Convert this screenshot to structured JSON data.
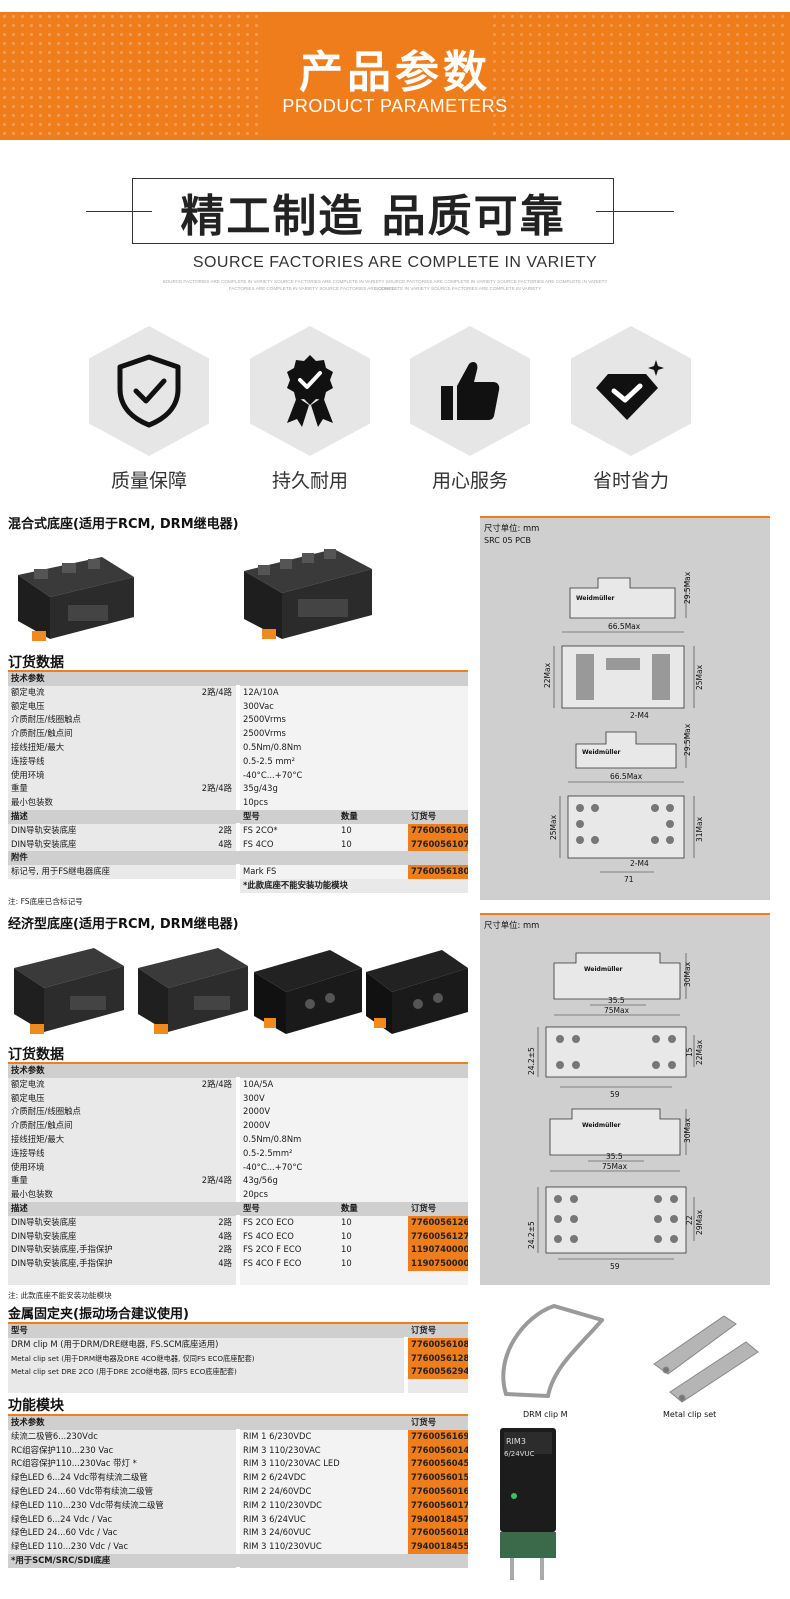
{
  "banner": {
    "title": "产品参数",
    "subtitle": "PRODUCT PARAMETERS"
  },
  "slogan": {
    "title": "精工制造 品质可靠",
    "english": "SOURCE FACTORIES ARE COMPLETE IN VARIETY",
    "tiny_line1": "SOURCE FACTORIES ARE COMPLETE IN VARIETY SOURCE FACTORIES ARE COMPLETE IN VARIETY SOURCE FACTORIES ARE COMPLETE IN VARIETY SOURCE FACTORIES ARE COMPLETE IN VARIETY SOURCE",
    "tiny_line2": "FACTORIES ARE COMPLETE IN VARIETY SOURCE FACTORIES ARE COMPLETE IN VARIETY SOURCE FACTORIES ARE COMPLETE IN VARIETY"
  },
  "features": [
    {
      "label": "质量保障",
      "icon": "shield-check-icon"
    },
    {
      "label": "持久耐用",
      "icon": "award-badge-icon"
    },
    {
      "label": "用心服务",
      "icon": "thumbs-up-icon"
    },
    {
      "label": "省时省力",
      "icon": "diamond-check-icon"
    }
  ],
  "colors": {
    "accent": "#f07d1c",
    "header_gray": "#cfcfcf",
    "row_gray": "#e9e9e9"
  },
  "section1": {
    "title": "混合式底座(适用于RCM, DRM继电器)",
    "order_title": "订货数据",
    "tech_header": "技术参数",
    "specs": [
      {
        "label": "额定电流",
        "qual": "2路/4路",
        "value": "12A/10A"
      },
      {
        "label": "额定电压",
        "qual": "",
        "value": "300Vac"
      },
      {
        "label": "介质耐压/线圈触点",
        "qual": "",
        "value": "2500Vrms"
      },
      {
        "label": "介质耐压/触点间",
        "qual": "",
        "value": "2500Vrms"
      },
      {
        "label": "接线扭矩/最大",
        "qual": "",
        "value": "0.5Nm/0.8Nm"
      },
      {
        "label": "连接导线",
        "qual": "",
        "value": "0.5-2.5 mm²"
      },
      {
        "label": "使用环境",
        "qual": "",
        "value": "-40°C...+70°C"
      },
      {
        "label": "重量",
        "qual": "2路/4路",
        "value": "35g/43g"
      },
      {
        "label": "最小包装数",
        "qual": "",
        "value": "10pcs"
      }
    ],
    "order_header": {
      "desc": "描述",
      "model": "型号",
      "qty": "数量",
      "order": "订货号"
    },
    "orders": [
      {
        "desc": "DIN导轨安装底座",
        "qual": "2路",
        "model": "FS 2CO*",
        "qty": "10",
        "order": "7760056106"
      },
      {
        "desc": "DIN导轨安装底座",
        "qual": "4路",
        "model": "FS 4CO",
        "qty": "10",
        "order": "7760056107"
      }
    ],
    "accessory_header": "附件",
    "accessories": [
      {
        "desc": "标记号, 用于FS继电器底座",
        "model": "Mark FS",
        "order": "7760056180"
      }
    ],
    "footnote_bold": "*此款底座不能安装功能模块",
    "note": "注: FS底座已含标记号",
    "drawing_unit": "尺寸单位: mm",
    "drawing_model": "SRC 05 PCB"
  },
  "section2": {
    "title": "经济型底座(适用于RCM, DRM继电器)",
    "order_title": "订货数据",
    "tech_header": "技术参数",
    "specs": [
      {
        "label": "额定电流",
        "qual": "2路/4路",
        "value": "10A/5A"
      },
      {
        "label": "额定电压",
        "qual": "",
        "value": "300V"
      },
      {
        "label": "介质耐压/线圈触点",
        "qual": "",
        "value": "2000V"
      },
      {
        "label": "介质耐压/触点间",
        "qual": "",
        "value": "2000V"
      },
      {
        "label": "接线扭矩/最大",
        "qual": "",
        "value": "0.5Nm/0.8Nm"
      },
      {
        "label": "连接导线",
        "qual": "",
        "value": "0.5-2.5mm²"
      },
      {
        "label": "使用环境",
        "qual": "",
        "value": "-40°C...+70°C"
      },
      {
        "label": "重量",
        "qual": "2路/4路",
        "value": "43g/56g"
      },
      {
        "label": "最小包装数",
        "qual": "",
        "value": "20pcs"
      }
    ],
    "order_header": {
      "desc": "描述",
      "model": "型号",
      "qty": "数量",
      "order": "订货号"
    },
    "orders": [
      {
        "desc": "DIN导轨安装底座",
        "qual": "2路",
        "model": "FS 2CO ECO",
        "qty": "10",
        "order": "7760056126"
      },
      {
        "desc": "DIN导轨安装底座",
        "qual": "4路",
        "model": "FS 4CO ECO",
        "qty": "10",
        "order": "7760056127"
      },
      {
        "desc": "DIN导轨安装底座,手指保护",
        "qual": "2路",
        "model": "FS 2CO F ECO",
        "qty": "10",
        "order": "1190740000"
      },
      {
        "desc": "DIN导轨安装底座,手指保护",
        "qual": "4路",
        "model": "FS 4CO F ECO",
        "qty": "10",
        "order": "1190750000"
      }
    ],
    "note": "注: 此款底座不能安装功能模块",
    "drawing_unit": "尺寸单位: mm"
  },
  "section3": {
    "title": "金属固定夹(振动场合建议使用)",
    "header": {
      "model": "型号",
      "order": "订货号"
    },
    "rows": [
      {
        "desc": "DRM clip M (用于DRM/DRE继电器, FS.SCM底座适用)",
        "order": "7760056108"
      },
      {
        "desc": "Metal clip set (用于DRM继电器及DRE 4CO继电器, 仅同FS ECO底座配套)",
        "order": "7760056128"
      },
      {
        "desc": "Metal clip set DRE 2CO (用于DRE 2CO继电器, 同FS ECO底座配套)",
        "order": "7760056294"
      }
    ],
    "caption_left": "DRM clip M",
    "caption_right": "Metal clip set"
  },
  "section4": {
    "title": "功能模块",
    "header": {
      "tech": "技术参数",
      "order": "订货号"
    },
    "rows": [
      {
        "desc": "续流二极管6...230Vdc",
        "model": "RIM 1 6/230VDC",
        "order": "7760056169"
      },
      {
        "desc": "RC组容保护110...230 Vac",
        "model": "RIM 3 110/230VAC",
        "order": "7760056014"
      },
      {
        "desc": "RC组容保护110...230Vac 带灯 *",
        "model": "RIM 3 110/230VAC LED",
        "order": "7760056045"
      },
      {
        "desc": "绿色LED 6...24 Vdc带有续流二级管",
        "model": "RIM 2 6/24VDC",
        "order": "7760056015"
      },
      {
        "desc": "绿色LED 24...60 Vdc带有续流二级管",
        "model": "RIM 2 24/60VDC",
        "order": "7760056016"
      },
      {
        "desc": "绿色LED 110...230 Vdc带有续流二级管",
        "model": "RIM 2 110/230VDC",
        "order": "7760056017"
      },
      {
        "desc": "绿色LED 6...24 Vdc / Vac",
        "model": "RIM 3 6/24VUC",
        "order": "7940018457"
      },
      {
        "desc": "绿色LED 24...60 Vdc / Vac",
        "model": "RIM 3 24/60VUC",
        "order": "7760056018"
      },
      {
        "desc": "绿色LED 110...230 Vdc / Vac",
        "model": "RIM 3 110/230VUC",
        "order": "7940018455"
      }
    ],
    "footnote": "*用于SCM/SRC/SDI底座",
    "module_label_1": "RIM3",
    "module_label_2": "6/24VUC"
  },
  "drawing_labels": {
    "d1_h": "29.5Max",
    "d1_w": "66.5Max",
    "d1_h2": "22Max",
    "d1_h3": "25Max",
    "d1_m": "2-M4",
    "d2_h": "29.5Max",
    "d2_w": "66.5Max",
    "d2_h2": "25Max",
    "d2_h3": "31Max",
    "d2_m": "2-M4",
    "d2_x": "71",
    "d3_h": "30Max",
    "d3_a": "35.5",
    "d3_w": "75Max",
    "d3_b": "59",
    "d3_c": "24.2±5",
    "d3_d": "15",
    "d3_e": "22Max",
    "d4_h": "30Max",
    "d4_a": "35.5",
    "d4_w": "75Max",
    "d4_b": "59",
    "d4_c": "24.2±5",
    "d4_d": "22",
    "d4_e": "29Max",
    "brand": "Weidmüller"
  }
}
